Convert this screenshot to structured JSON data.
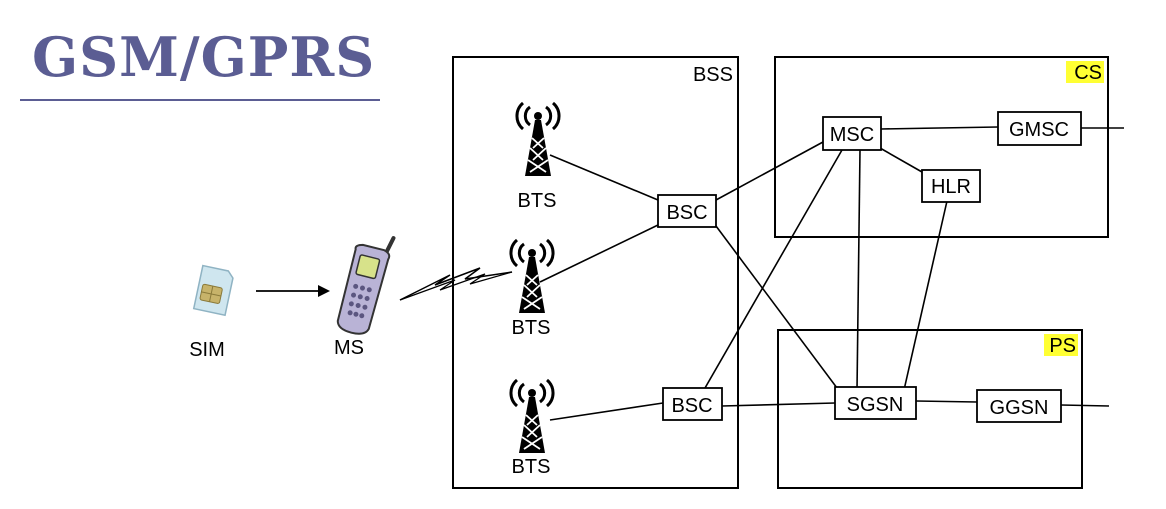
{
  "title": "GSM/GPRS",
  "labels": {
    "bss": "BSS",
    "cs": "CS",
    "ps": "PS",
    "msc": "MSC",
    "gmsc": "GMSC",
    "hlr": "HLR",
    "bsc_top": "BSC",
    "bsc_bottom": "BSC",
    "sgsn": "SGSN",
    "ggsn": "GGSN",
    "bts_1": "BTS",
    "bts_2": "BTS",
    "bts_3": "BTS",
    "sim": "SIM",
    "ms": "MS"
  },
  "colors": {
    "title": "#5b5d93",
    "highlight": "#ffff33",
    "stroke": "#000000"
  },
  "icons": [
    "sim-card-icon",
    "mobile-phone-icon",
    "radio-tower-icon",
    "radio-link-icon"
  ]
}
